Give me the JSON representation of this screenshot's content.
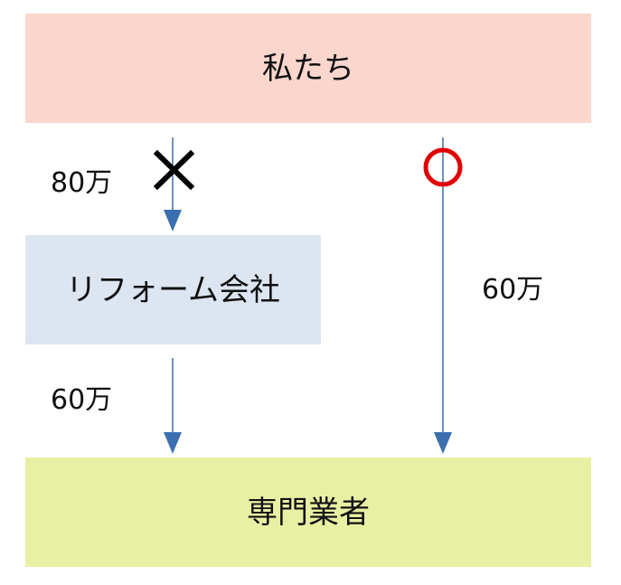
{
  "boxes": {
    "top": {
      "label": "私たち",
      "color": "#fbd6cc"
    },
    "middle": {
      "label": "リフォーム会社",
      "color": "#dce5f0"
    },
    "bottom": {
      "label": "専門業者",
      "color": "#e8f0a3"
    }
  },
  "amounts": {
    "us_to_company": "80万",
    "company_to_specialist": "60万",
    "us_to_specialist": "60万"
  },
  "marks": {
    "cross_color": "#000000",
    "circle_color": "#e00000"
  },
  "arrow_color": "#3b6fb0"
}
